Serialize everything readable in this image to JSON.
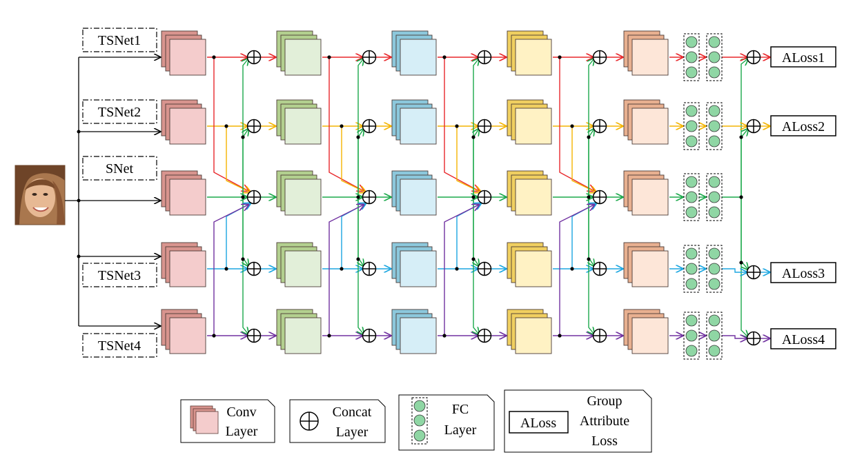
{
  "networks": [
    {
      "id": "tsnet1",
      "label": "TSNet1"
    },
    {
      "id": "tsnet2",
      "label": "TSNet2"
    },
    {
      "id": "snet",
      "label": "SNet"
    },
    {
      "id": "tsnet3",
      "label": "TSNet3"
    },
    {
      "id": "tsnet4",
      "label": "TSNet4"
    }
  ],
  "losses": [
    {
      "id": "aloss1",
      "label": "ALoss1"
    },
    {
      "id": "aloss2",
      "label": "ALoss2"
    },
    {
      "id": "aloss3",
      "label": "ALoss3"
    },
    {
      "id": "aloss4",
      "label": "ALoss4"
    }
  ],
  "legend": {
    "conv": {
      "line1": "Conv",
      "line2": "Layer"
    },
    "concat": {
      "line1": "Concat",
      "line2": "Layer"
    },
    "fc": {
      "line1": "FC",
      "line2": "Layer"
    },
    "aloss": {
      "box": "ALoss",
      "line1": "Group",
      "line2": "Attribute",
      "line3": "Loss"
    }
  },
  "colors": {
    "row_tsnet1": "#e8262a",
    "row_tsnet2": "#f4b400",
    "row_snet": "#1aa84a",
    "row_tsnet3": "#1ba6e0",
    "row_tsnet4": "#7030a0",
    "conv_stage1": "#f4cccc",
    "conv_stage1_back": "#d8948e",
    "conv_stage2": "#e2efd9",
    "conv_stage2_back": "#b3d08f",
    "conv_stage3": "#d6eef7",
    "conv_stage3_back": "#8cc8dc",
    "conv_stage4": "#fff2c4",
    "conv_stage4_back": "#f0cf60",
    "conv_stage5": "#fde6d8",
    "conv_stage5_back": "#e8b090",
    "fc_node": "#8fd6a4"
  }
}
